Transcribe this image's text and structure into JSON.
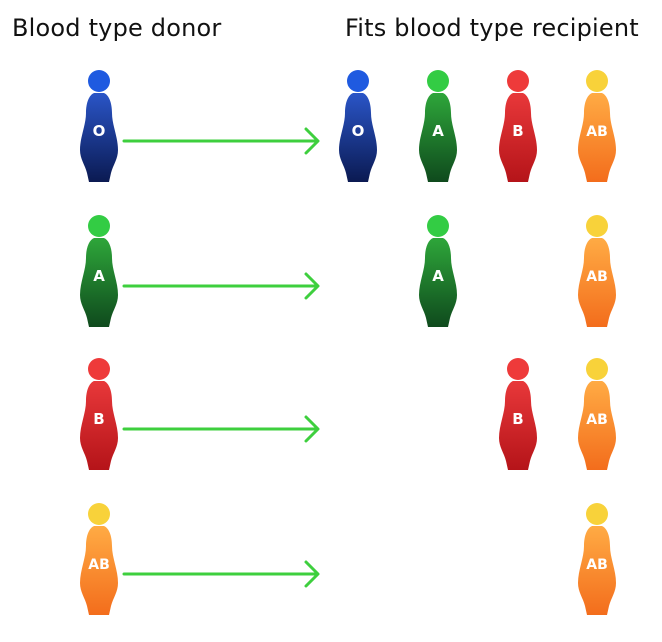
{
  "headings": {
    "donor": "Blood type donor",
    "recipient": "Fits blood type recipient"
  },
  "blood_types": {
    "O": {
      "label": "O",
      "head": "#1f5ae0",
      "top": "#2a55c7",
      "bottom": "#0b1a52"
    },
    "A": {
      "label": "A",
      "head": "#33cc44",
      "top": "#2ea63a",
      "bottom": "#0f4a1d"
    },
    "B": {
      "label": "B",
      "head": "#ee3a3a",
      "top": "#e8383a",
      "bottom": "#b51419"
    },
    "AB": {
      "label": "AB",
      "head": "#f8d23a",
      "top": "#ffab44",
      "bottom": "#f36d1c"
    }
  },
  "recipient_columns": [
    "O",
    "A",
    "B",
    "AB"
  ],
  "rows": [
    {
      "donor": "O",
      "recipients": [
        "O",
        "A",
        "B",
        "AB"
      ]
    },
    {
      "donor": "A",
      "recipients": [
        "A",
        "AB"
      ]
    },
    {
      "donor": "B",
      "recipients": [
        "B",
        "AB"
      ]
    },
    {
      "donor": "AB",
      "recipients": [
        "AB"
      ]
    }
  ],
  "arrow_color": "#3ecf3e"
}
